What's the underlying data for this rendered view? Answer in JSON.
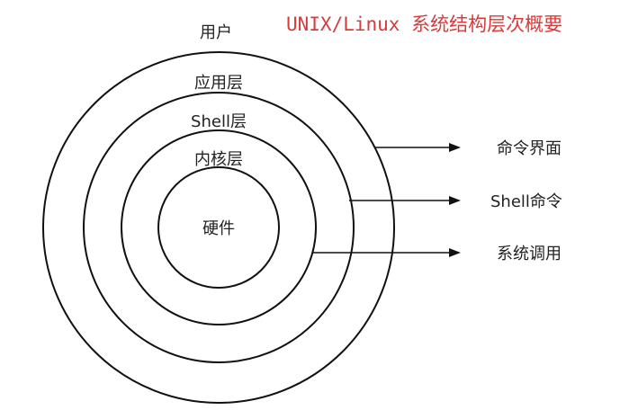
{
  "title": "UNIX/Linux 系统结构层次概要",
  "colors": {
    "title": "#d93a3a",
    "stroke": "#111111",
    "text": "#222222",
    "background": "#ffffff"
  },
  "diagram": {
    "outer_label": "用户",
    "layers": [
      {
        "label": "应用层"
      },
      {
        "label": "Shell层"
      },
      {
        "label": "内核层"
      },
      {
        "label": "硬件"
      }
    ],
    "interfaces": [
      {
        "label": "命令界面"
      },
      {
        "label": "Shell命令"
      },
      {
        "label": "系统调用"
      }
    ]
  }
}
